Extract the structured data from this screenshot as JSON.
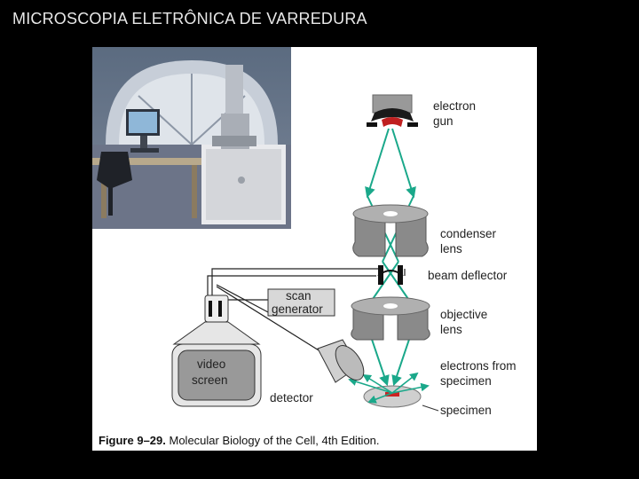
{
  "slide": {
    "title": "MICROSCOPIA ELETRÔNICA DE VARREDURA"
  },
  "figure": {
    "labels": {
      "electron_gun_1": "electron",
      "electron_gun_2": "gun",
      "condenser_1": "condenser",
      "condenser_2": "lens",
      "beam_deflector": "beam deflector",
      "objective_1": "objective",
      "objective_2": "lens",
      "electrons_1": "electrons from",
      "electrons_2": "specimen",
      "specimen": "specimen",
      "detector": "detector",
      "scan_1": "scan",
      "scan_2": "generator",
      "video_1": "video",
      "video_2": "screen"
    },
    "caption_bold": "Figure 9–29.",
    "caption_text": "Molecular Biology of the Cell, 4th Edition."
  },
  "colors": {
    "slide_background": "#000000",
    "title_text": "#e8e8e8",
    "beam": "#1aa88a",
    "lens_gray": "#888888",
    "specimen_red": "#cc2222",
    "gun_red": "#c02020"
  }
}
